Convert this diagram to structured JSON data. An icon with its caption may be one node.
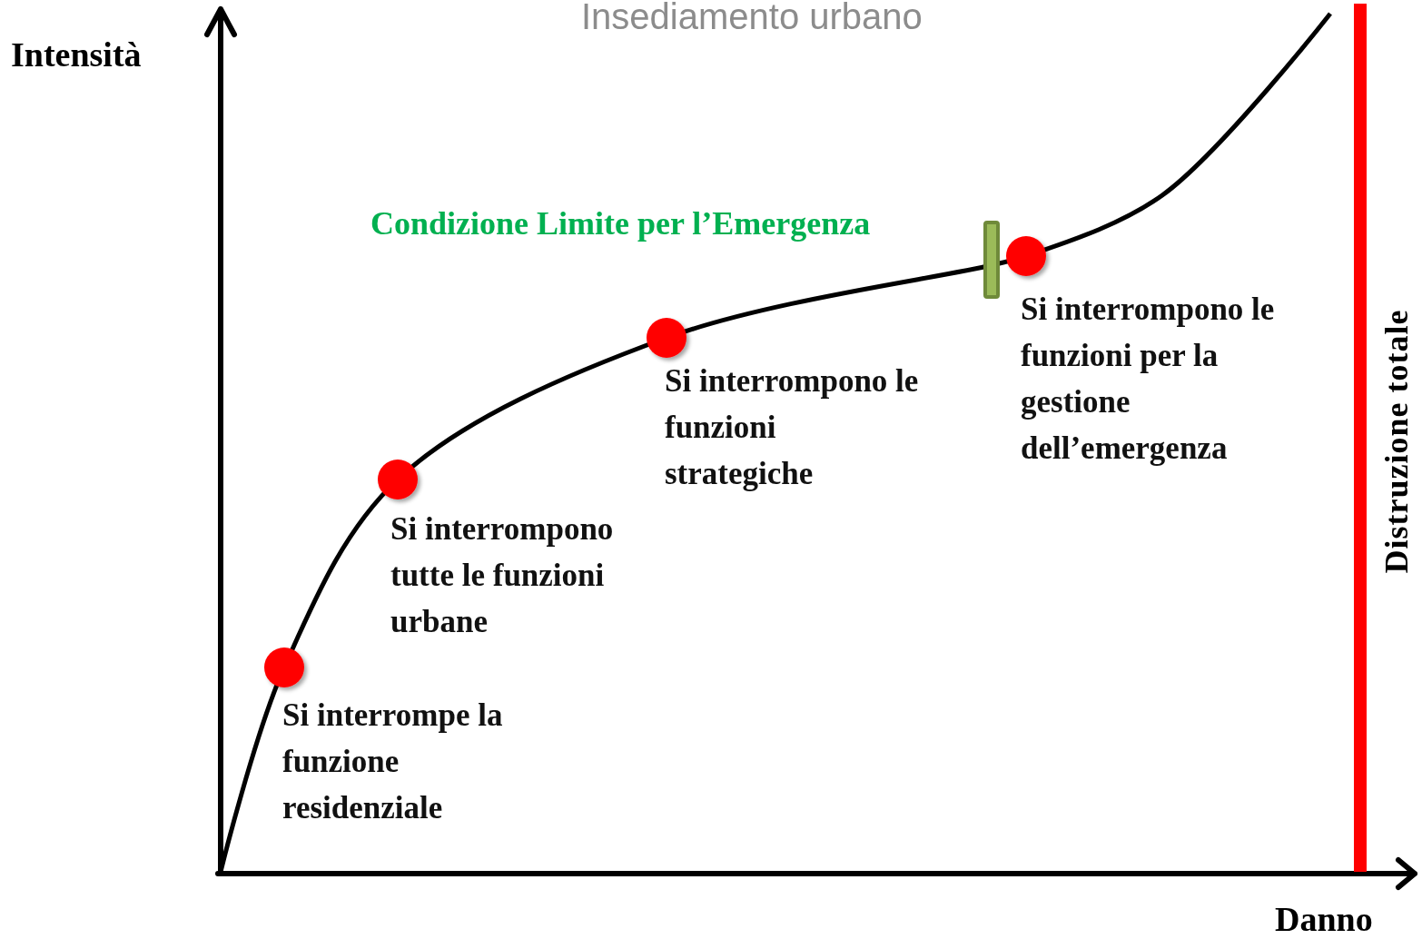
{
  "diagram": {
    "title": "Insediamento urbano",
    "nodes": [
      {
        "text": [],
        "shape": "circle",
        "beside": [
          "Si interrompe la funzione residenziale"
        ]
      },
      {
        "text": [],
        "shape": "circle",
        "beside": [
          "Si interrompono tutte le funzioni urbane"
        ]
      },
      {
        "text": [],
        "shape": "circle",
        "beside": [
          "Si interrompono le funzioni strategiche"
        ]
      },
      {
        "text": [],
        "shape": "bar"
      },
      {
        "text": [],
        "shape": "circle",
        "beside": [
          "Si interrompono le funzioni per la gestione dell’emergenza"
        ]
      },
      {
        "text": [],
        "shape": "bar",
        "beside": [
          "Distruzione totale"
        ]
      }
    ],
    "labels": [
      "Intensità",
      "Condizione Limite per l’Emergenza",
      "Danno"
    ]
  }
}
